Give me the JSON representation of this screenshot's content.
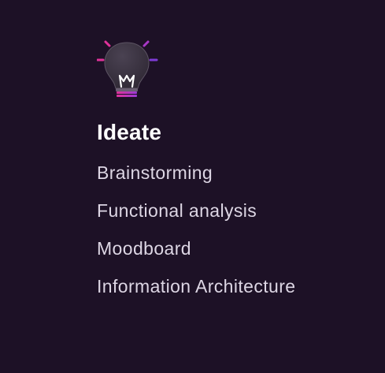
{
  "card": {
    "icon": "lightbulb-icon",
    "title": "Ideate",
    "items": [
      "Brainstorming",
      "Functional analysis",
      "Moodboard",
      "Information Architecture"
    ]
  },
  "colors": {
    "background": "#1d1126",
    "title": "#ffffff",
    "item_text": "#ddd6e4",
    "accent_magenta": "#d6329a",
    "accent_purple": "#7e3bd6"
  }
}
